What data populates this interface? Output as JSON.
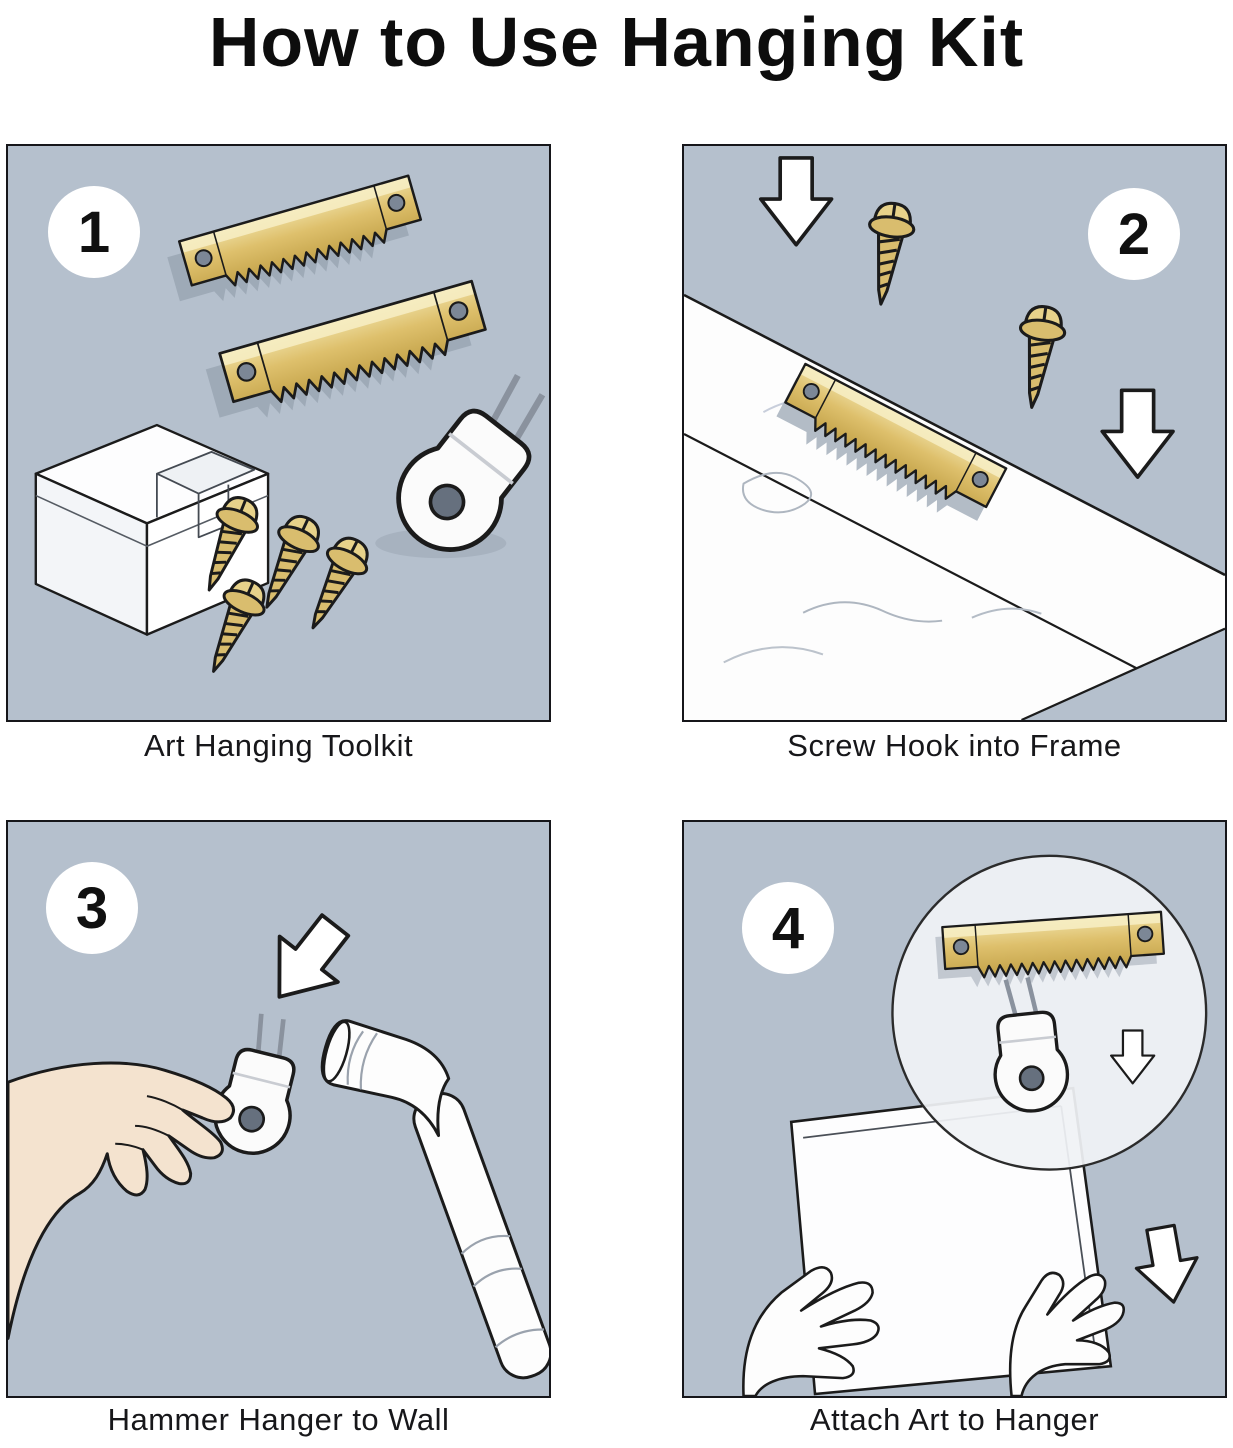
{
  "title": "How to Use Hanging  Kit",
  "colors": {
    "page_bg": "#ffffff",
    "panel_bg": "#b5c0cd",
    "panel_border": "#16161a",
    "brass": "#d9bd6e",
    "brass_dark": "#c09f45",
    "brass_light": "#f2e5ad",
    "outline": "#1b1b1b",
    "skin": "#f4e3cf",
    "shadow": "#98a4b2",
    "white": "#fdfdfd"
  },
  "steps": [
    {
      "number": "1",
      "caption": "Art Hanging Toolkit",
      "icons": [
        "storage-box-icon",
        "sawtooth-hanger-icon",
        "screw-icon",
        "wall-hook-icon"
      ]
    },
    {
      "number": "2",
      "caption": "Screw Hook into Frame",
      "icons": [
        "picture-frame-edge",
        "sawtooth-hanger-icon",
        "screw-icon",
        "down-arrow-icon"
      ]
    },
    {
      "number": "3",
      "caption": "Hammer Hanger to Wall",
      "icons": [
        "hand-icon",
        "wall-hook-icon",
        "hammer-icon",
        "down-arrow-icon"
      ]
    },
    {
      "number": "4",
      "caption": "Attach Art to Hanger",
      "icons": [
        "canvas-frame-icon",
        "hand-icon",
        "magnifier-detail",
        "sawtooth-hanger-icon",
        "wall-hook-icon",
        "down-arrow-icon"
      ]
    }
  ]
}
